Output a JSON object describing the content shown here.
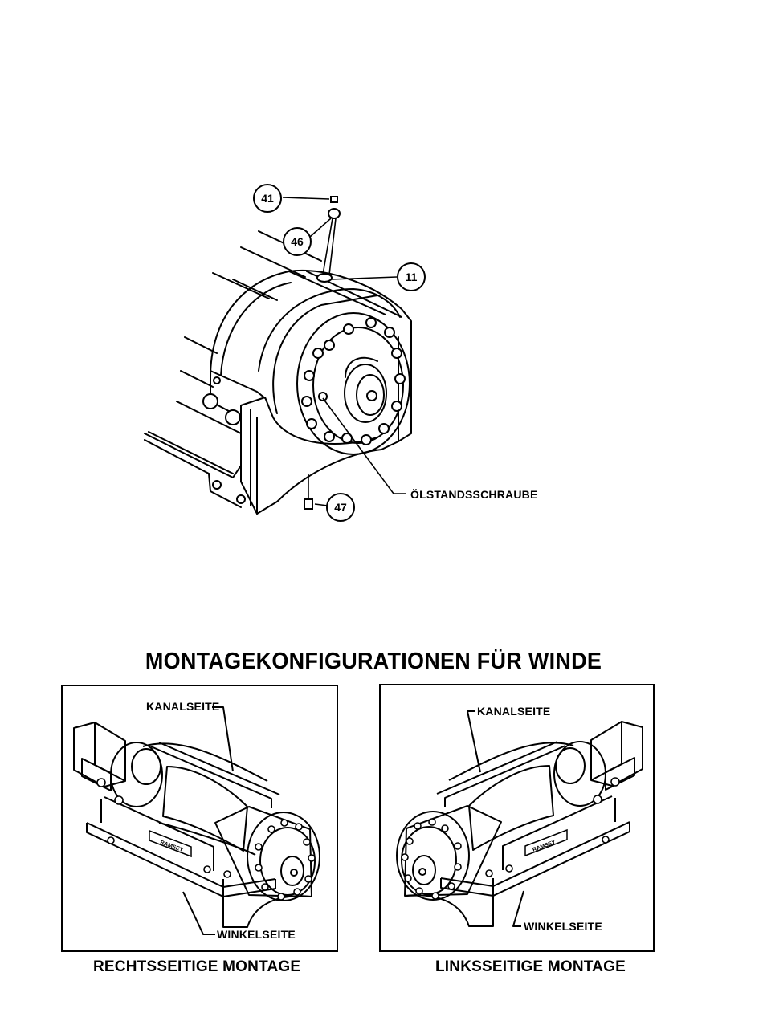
{
  "top_figure": {
    "callouts": [
      "41",
      "46",
      "11",
      "47"
    ],
    "oil_plug_label": "ÖLSTANDSSCHRAUBE"
  },
  "mounting": {
    "title": "MONTAGEKONFIGURATIONEN FÜR WINDE",
    "right_panel": {
      "channel_side": "KANALSEITE",
      "angle_side": "WINKELSEITE",
      "brand_plate": "RAMSEY",
      "caption": "RECHTSSEITIGE MONTAGE"
    },
    "left_panel": {
      "channel_side": "KANALSEITE",
      "angle_side": "WINKELSEITE",
      "brand_plate": "RAMSEY",
      "caption": "LINKSSEITIGE MONTAGE"
    }
  }
}
